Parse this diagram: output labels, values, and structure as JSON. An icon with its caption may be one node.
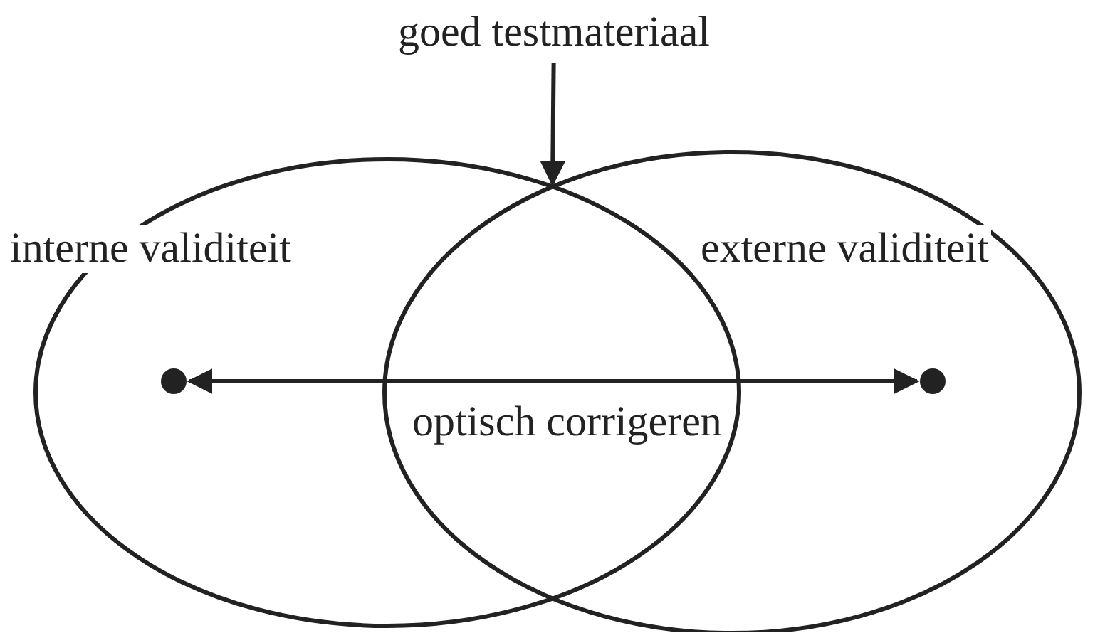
{
  "diagram": {
    "nodes": [
      {
        "text": [
          "interne validiteit"
        ]
      },
      {
        "text": [
          "externe validiteit"
        ]
      },
      {
        "text": [
          "goed testmateriaal"
        ]
      },
      {
        "text": [],
        "shape": "circle",
        "in": 0
      },
      {
        "text": [],
        "shape": "circle",
        "in": 1
      }
    ],
    "edges": [
      {
        "from": 2,
        "to": 0,
        "arrow": "to"
      },
      {
        "from": 3,
        "to": 4,
        "arrow": "both",
        "label": "optisch corrigeren"
      }
    ]
  }
}
